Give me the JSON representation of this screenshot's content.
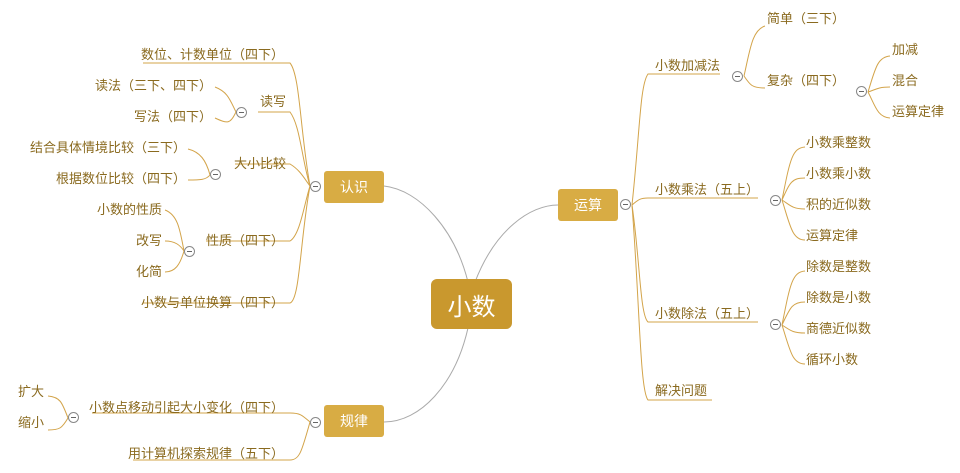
{
  "root": "小数",
  "branches": {
    "renshi": {
      "label": "认识",
      "shuwei": "数位、计数单位（四下）",
      "duxie": {
        "label": "读写",
        "dufa": "读法（三下、四下）",
        "xiefa": "写法（四下）"
      },
      "daxiao": {
        "label": "大小比较",
        "a": "结合具体情境比较（三下）",
        "b": "根据数位比较（四下）"
      },
      "xingzhi": {
        "label": "性质（四下）",
        "a": "小数的性质",
        "b": "改写",
        "c": "化简"
      },
      "huansuan": "小数与单位换算（四下）"
    },
    "yunsuan": {
      "label": "运算",
      "jiajian": {
        "label": "小数加减法",
        "jiandan": "简单（三下）",
        "fuza": {
          "label": "复杂（四下）",
          "a": "加减",
          "b": "混合",
          "c": "运算定律"
        }
      },
      "chengfa": {
        "label": "小数乘法（五上）",
        "a": "小数乘整数",
        "b": "小数乘小数",
        "c": "积的近似数",
        "d": "运算定律"
      },
      "chufa": {
        "label": "小数除法（五上）",
        "a": "除数是整数",
        "b": "除数是小数",
        "c": "商德近似数",
        "d": "循环小数"
      },
      "jiejue": "解决问题"
    },
    "guilv": {
      "label": "规律",
      "yidong": {
        "label": "小数点移动引起大小变化（四下）",
        "a": "扩大",
        "b": "缩小"
      },
      "jisuanji": "用计算机探索规律（五下）"
    }
  },
  "colors": {
    "branch_line": "#d3a44a",
    "center_line": "#aaaaaa",
    "text": "#8a6a1f",
    "box": "#d8ac44",
    "root": "#c9982e"
  }
}
